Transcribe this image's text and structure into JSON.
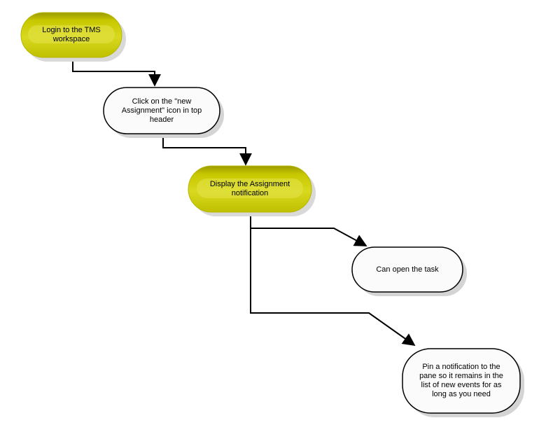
{
  "colors": {
    "background": "#ffffff",
    "action_fill": "#c8c800",
    "action_fill_light": "#e6e64a",
    "action_fill_dark": "#8a8a00",
    "step_fill": "#fbfbfb",
    "outline": "#000000",
    "shadow": "#d4d4d4",
    "connector": "#000000"
  },
  "nodes": {
    "login": {
      "label": "Login to the TMS\nworkspace",
      "style": "action"
    },
    "new_assignment": {
      "label": "Click on the \"new\nAssignment\" icon in top\nheader",
      "style": "step"
    },
    "display_notification": {
      "label": "Display the Assignment\nnotification",
      "style": "action"
    },
    "open_task": {
      "label": "Can open the task",
      "style": "step"
    },
    "pin_notification": {
      "label": "Pin a notification to the\npane so it remains in the\nlist of new events for as\nlong as you need",
      "style": "step"
    }
  },
  "connectors": [
    {
      "from": "login",
      "to": "new_assignment"
    },
    {
      "from": "new_assignment",
      "to": "display_notification"
    },
    {
      "from": "display_notification",
      "to": "open_task"
    },
    {
      "from": "display_notification",
      "to": "pin_notification"
    }
  ]
}
